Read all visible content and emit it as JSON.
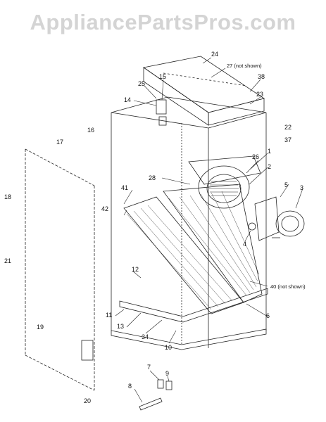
{
  "watermark": "AppliancePartsPros.com",
  "callouts": {
    "c1": "1",
    "c2": "2",
    "c3": "3",
    "c4": "4",
    "c5": "5",
    "c6": "6",
    "c7": "7",
    "c8": "8",
    "c9": "9",
    "c10": "10",
    "c11": "11",
    "c12": "12",
    "c13": "13",
    "c14": "14",
    "c15": "15",
    "c16": "16",
    "c17": "17",
    "c18": "18",
    "c19": "19",
    "c20": "20",
    "c21": "21",
    "c22": "22",
    "c23": "23",
    "c24": "24",
    "c25": "25",
    "c26": "26",
    "c27": "27 (not shown)",
    "c28": "28",
    "c34": "34",
    "c37": "37",
    "c38": "38",
    "c40": "40 (not shown)",
    "c41": "41",
    "c42": "42"
  },
  "colors": {
    "line": "#222222",
    "watermark": "#d4d4d4",
    "background": "#ffffff"
  }
}
